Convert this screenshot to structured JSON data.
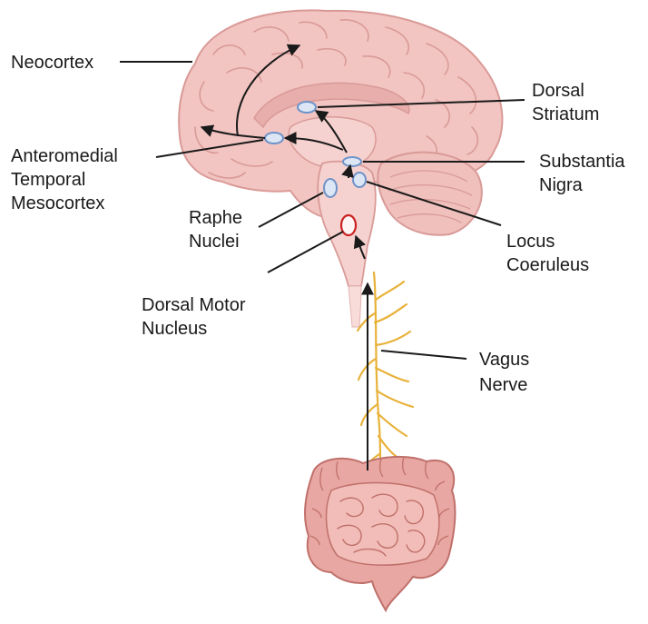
{
  "labels": {
    "neocortex": "Neocortex",
    "anteromedial": [
      "Anteromedial",
      "Temporal",
      "Mesocortex"
    ],
    "dorsal_striatum": [
      "Dorsal",
      "Striatum"
    ],
    "substantia_nigra": [
      "Substantia",
      "Nigra"
    ],
    "raphe_nuclei": [
      "Raphe",
      "Nuclei"
    ],
    "locus_coeruleus": [
      "Locus",
      "Coeruleus"
    ],
    "dorsal_motor_nucleus": [
      "Dorsal Motor",
      "Nucleus"
    ],
    "vagus_nerve": [
      "Vagus",
      "Nerve"
    ]
  },
  "colors": {
    "brain_fill": "#f2c5c2",
    "brain_stroke": "#d99a97",
    "nucleus_fill": "#dce6f5",
    "nucleus_stroke": "#6f93c9",
    "highlight_stroke": "#cc2222",
    "nerve": "#e8b23a",
    "intestine_fill": "#e8a7a2",
    "intestine_stroke": "#c0706b"
  }
}
